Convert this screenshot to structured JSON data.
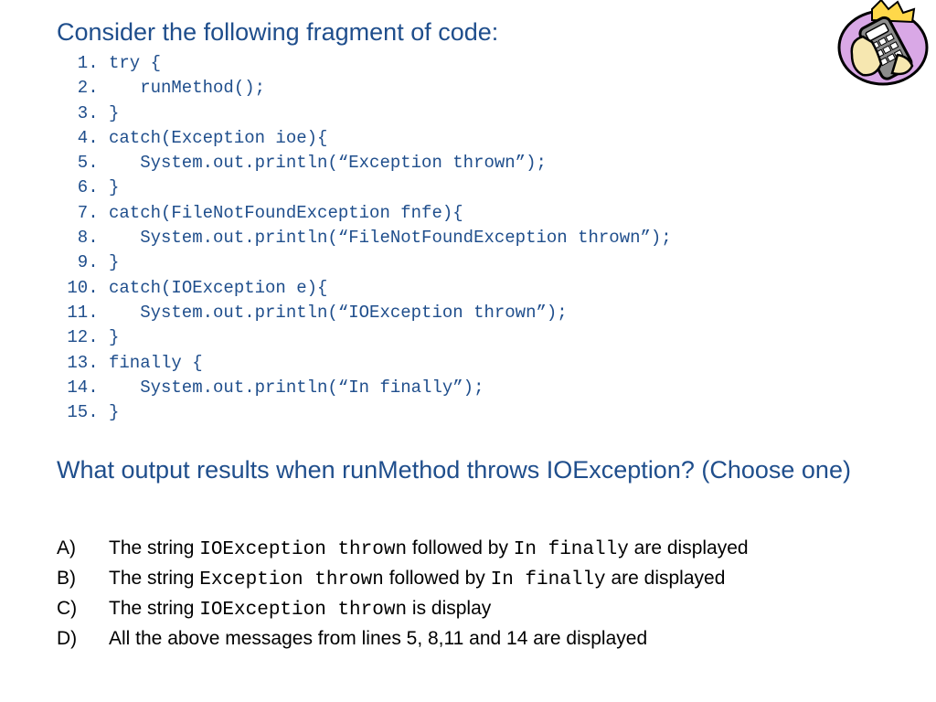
{
  "slide": {
    "title": "Consider the following fragment of code:",
    "question": "What output results when runMethod throws IOException? (Choose one)"
  },
  "code": {
    "lines": [
      {
        "num": "1",
        "indent": 0,
        "text": "try {"
      },
      {
        "num": "2",
        "indent": 1,
        "text": "runMethod();"
      },
      {
        "num": "3",
        "indent": 0,
        "text": "}"
      },
      {
        "num": "4",
        "indent": 0,
        "text": "catch(Exception ioe){"
      },
      {
        "num": "5",
        "indent": 1,
        "text": "System.out.println(“Exception thrown”);"
      },
      {
        "num": "6",
        "indent": 0,
        "text": "}"
      },
      {
        "num": "7",
        "indent": 0,
        "text": "catch(FileNotFoundException fnfe){"
      },
      {
        "num": "8",
        "indent": 1,
        "text": "System.out.println(“FileNotFoundException thrown”);"
      },
      {
        "num": "9",
        "indent": 0,
        "text": "}"
      },
      {
        "num": "10",
        "indent": 0,
        "text": "catch(IOException e){"
      },
      {
        "num": "11",
        "indent": 1,
        "text": "System.out.println(“IOException thrown”);"
      },
      {
        "num": "12",
        "indent": 0,
        "text": "}"
      },
      {
        "num": "13",
        "indent": 0,
        "text": "finally {"
      },
      {
        "num": "14",
        "indent": 1,
        "text": "System.out.println(“In finally”);"
      },
      {
        "num": "15",
        "indent": 0,
        "text": "}"
      }
    ]
  },
  "options": [
    {
      "letter": "A)",
      "parts": [
        {
          "t": "The string ",
          "mono": false
        },
        {
          "t": "IOException thrown",
          "mono": true
        },
        {
          "t": " followed by ",
          "mono": false
        },
        {
          "t": "In finally",
          "mono": true
        },
        {
          "t": " are displayed",
          "mono": false
        }
      ]
    },
    {
      "letter": "B)",
      "parts": [
        {
          "t": "The string ",
          "mono": false
        },
        {
          "t": "Exception thrown",
          "mono": true
        },
        {
          "t": " followed by ",
          "mono": false
        },
        {
          "t": "In finally",
          "mono": true
        },
        {
          "t": " are displayed",
          "mono": false
        }
      ]
    },
    {
      "letter": "C)",
      "parts": [
        {
          "t": "The string ",
          "mono": false
        },
        {
          "t": "IOException thrown",
          "mono": true
        },
        {
          "t": " is display",
          "mono": false
        }
      ]
    },
    {
      "letter": "D)",
      "parts": [
        {
          "t": "All the above messages from lines 5, 8,11 and 14 are displayed",
          "mono": false
        }
      ]
    }
  ],
  "colors": {
    "heading": "#1f4e8c",
    "code": "#1f4e8c",
    "options_text": "#000000",
    "illustration_bg": "#d9a8e6"
  },
  "icons": {
    "illustration": "hand-holding-remote-control-icon"
  }
}
